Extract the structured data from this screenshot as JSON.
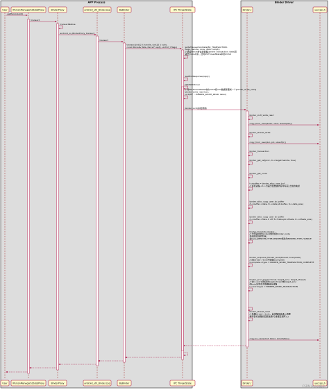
{
  "groups": [
    {
      "id": "app",
      "title": "APP Process",
      "from": 0,
      "to": 8
    },
    {
      "id": "drv",
      "title": "Binder Driver",
      "from": 9,
      "to": 10
    }
  ],
  "participants": [
    {
      "id": "p0",
      "label": "User"
    },
    {
      "id": "p1",
      "label": "IPersonManager$Stub$Proxy"
    },
    {
      "id": "p2",
      "label": "BinderProxy"
    },
    {
      "id": "p3",
      "label": "android_util_Binder.cpp"
    },
    {
      "id": "p4",
      "label": "BpBinder"
    },
    {
      "id": "p5",
      "label": "IPC ThreadState"
    },
    {
      "id": "p6",
      "label": "binder.c"
    },
    {
      "id": "p7",
      "label": "uaccess.h"
    }
  ],
  "messages": [
    {
      "from": "p0",
      "to": "p1",
      "label": "getPersonList()"
    },
    {
      "from": "p1",
      "to": "p2",
      "label": "transact"
    },
    {
      "from": "p2",
      "to": "p2",
      "label": "transactNative"
    },
    {
      "from": "p2",
      "to": "p3",
      "label": "android_os_BinderProxy_transact"
    },
    {
      "from": "p3",
      "to": "p4",
      "label": "transact"
    },
    {
      "from": "p4",
      "to": "p5",
      "label": "transact(int32_t handle, uint32_t code,\nconst Parcel& data, Parcel* reply, uint32_t flags)"
    },
    {
      "from": "p5",
      "to": "p5",
      "label": "writeTransactionData(BC_TRANSACTION,\nflags, handle, code, data, nullptr)\n// 通过Parcel将请求数据[binder_transaction_data]写\n进去[mOut]中，此时IPCThreadState中的mOut"
    },
    {
      "from": "p5",
      "to": "p5",
      "label": "waitForResponse(reply)"
    },
    {
      "from": "p5",
      "to": "p5",
      "label": "talkWithDriver"
    },
    {
      "from": "p5",
      "to": "p5",
      "label": "// 将IPCThreadState中的mOut和mIn数据整理成一个[binder_write_read]\nbinder_write_read bwr;\nioctl(fd, ... BINDER_WRITE_READ, &bwr)"
    },
    {
      "from": "p5",
      "to": "p6",
      "label": "binder_ioctl(系统调用)"
    },
    {
      "from": "p6",
      "to": "p6",
      "label": "binder_ioctl_write_read"
    },
    {
      "from": "p6",
      "to": "p7",
      "label": "copy_from_user(&bwr, ubuf, sizeof(bwr))"
    },
    {
      "from": "p6",
      "to": "p6",
      "label": "binder_thread_write"
    },
    {
      "from": "p6",
      "to": "p7",
      "label": "copy_from_user(&tr, ptr, sizeof(tr))"
    },
    {
      "from": "p6",
      "to": "p6",
      "label": "binder_transaction"
    },
    {
      "from": "p6",
      "to": "p6",
      "label": "binder_get_ref(proc, tr->target.handle, true)"
    },
    {
      "from": "p6",
      "to": "p6",
      "label": "binder_get_node"
    },
    {
      "from": "p6",
      "to": "p6",
      "label": "t->buffer = binder_alloc_new_buf\n// 目标进程->t->为其分配数据内存中写完 之前的映射"
    },
    {
      "from": "p6",
      "to": "p6",
      "label": "binder_alloc_copy_user_to_buffer\n(t->buffer->data, tr->data.ptr.buffer, tr->data_size)"
    },
    {
      "from": "p6",
      "to": "p6",
      "label": "binder_alloc_copy_user_to_buffer\n(t->buffer->data + off, tr->data.ptr.offsets, tr->offsets_size)"
    },
    {
      "from": "p6",
      "to": "p6",
      "label": "binder_translate_binder\n// 为传输中的binder对象创建binder_node\n并创建对应的引用，\n将type从BINDER_TYPE_BINDER修改为BINDER_TYPE_HANDLE"
    },
    {
      "from": "p6",
      "to": "p6",
      "label": "binder_enqueue_thread_work(thread, tcomplete)\n// 向thread->todo中添加tcomplete\ntcomplete->type = BINDER_WORK_TRANSACTION_COMPLETE"
    },
    {
      "from": "p6",
      "to": "p6",
      "label": "binder_proc_transaction(t, target_proc, target_thread)\n// 将t->work添加到target_thread或target_proc\n的todo队列中并唤醒目标线程\nt->work.type = BINDER_WORK_TRANSACTION"
    },
    {
      "from": "p6",
      "to": "p6",
      "label": ""
    },
    {
      "from": "p6",
      "to": "p6",
      "label": "binder_thread_read\n// 处理thread->todo，此线程将会进入休眠\n等待目标进程的回复数据(与进程互相写入)"
    },
    {
      "from": "p6",
      "to": "p7",
      "label": "copy_to_user(ubuf, &bwr, sizeof(bwr))"
    },
    {
      "from": "p6",
      "to": "p5",
      "label": "",
      "ret": true
    },
    {
      "from": "p5",
      "to": "p5",
      "label": "",
      "ret": true
    },
    {
      "from": "p5",
      "to": "p4",
      "label": "",
      "ret": true
    },
    {
      "from": "p4",
      "to": "p3",
      "label": "",
      "ret": true
    },
    {
      "from": "p3",
      "to": "p2",
      "label": "",
      "ret": true
    },
    {
      "from": "p2",
      "to": "p1",
      "label": "",
      "ret": true
    },
    {
      "from": "p1",
      "to": "p0",
      "label": "",
      "ret": true
    }
  ],
  "footer": {
    "watermark": "CSDN @小小猴子"
  }
}
